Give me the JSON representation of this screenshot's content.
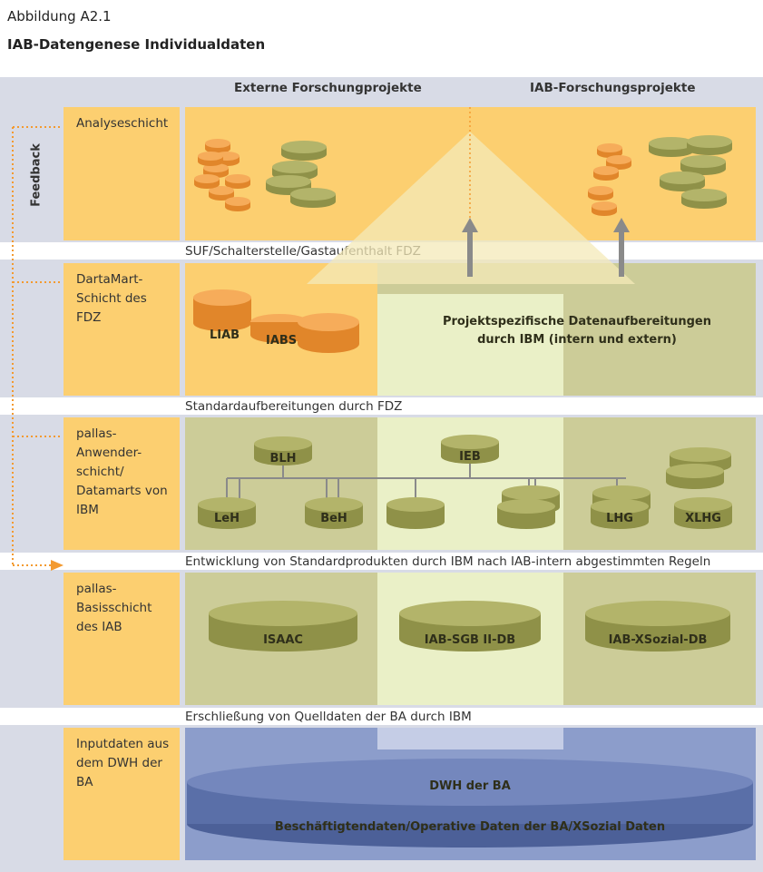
{
  "figure": {
    "label": "Abbildung A2.1",
    "title": "IAB-Datengenese Individualdaten"
  },
  "columns": {
    "external": "Externe Forschungprojekte",
    "internal": "IAB-Forschungsprojekte"
  },
  "feedback_label": "Feedback",
  "rows": [
    {
      "id": "analysis",
      "label": "Analyseschicht"
    },
    {
      "id": "datamart",
      "label": "DartaMart-Schicht des FDZ"
    },
    {
      "id": "pallas-user",
      "label": "pallas-Anwender-schicht/ Datamarts von IBM"
    },
    {
      "id": "pallas-base",
      "label": "pallas-Basisschicht des IAB"
    },
    {
      "id": "input",
      "label": "Inputdaten aus dem DWH der BA"
    }
  ],
  "bands": [
    "SUF/Schalterstelle/Gastaufenthalt FDZ",
    "Standardaufbereitungen durch FDZ",
    "Entwicklung von Standardprodukten durch IBM nach IAB-intern abgestimmten Regeln",
    "Erschließung von Quelldaten der BA durch IBM"
  ],
  "datamart": {
    "db_labels": [
      "LIAB",
      "IABS"
    ],
    "project_text_line1": "Projektspezifische Datenaufbereitungen",
    "project_text_line2": "durch IBM (intern und extern)"
  },
  "pallas_user": {
    "labels": [
      "BLH",
      "IEB",
      "LeH",
      "BeH",
      "LHG",
      "XLHG"
    ]
  },
  "pallas_base": {
    "labels": [
      "ISAAC",
      "IAB-SGB II-DB",
      "IAB-XSozial-DB"
    ]
  },
  "input": {
    "top_label": "DWH der BA",
    "bottom_label": "Beschäftigtendaten/Operative Daten der BA/XSozial Daten"
  },
  "colors": {
    "orange": "#fccf70",
    "light_green": "#eaf0c7",
    "olive": "#cccc98",
    "olive_db": "#a8aa5e",
    "orange_db": "#f3a04a",
    "blue": "#8c9dcb",
    "blue_db": "#5a6fa8",
    "feedback": "#f39a30"
  }
}
